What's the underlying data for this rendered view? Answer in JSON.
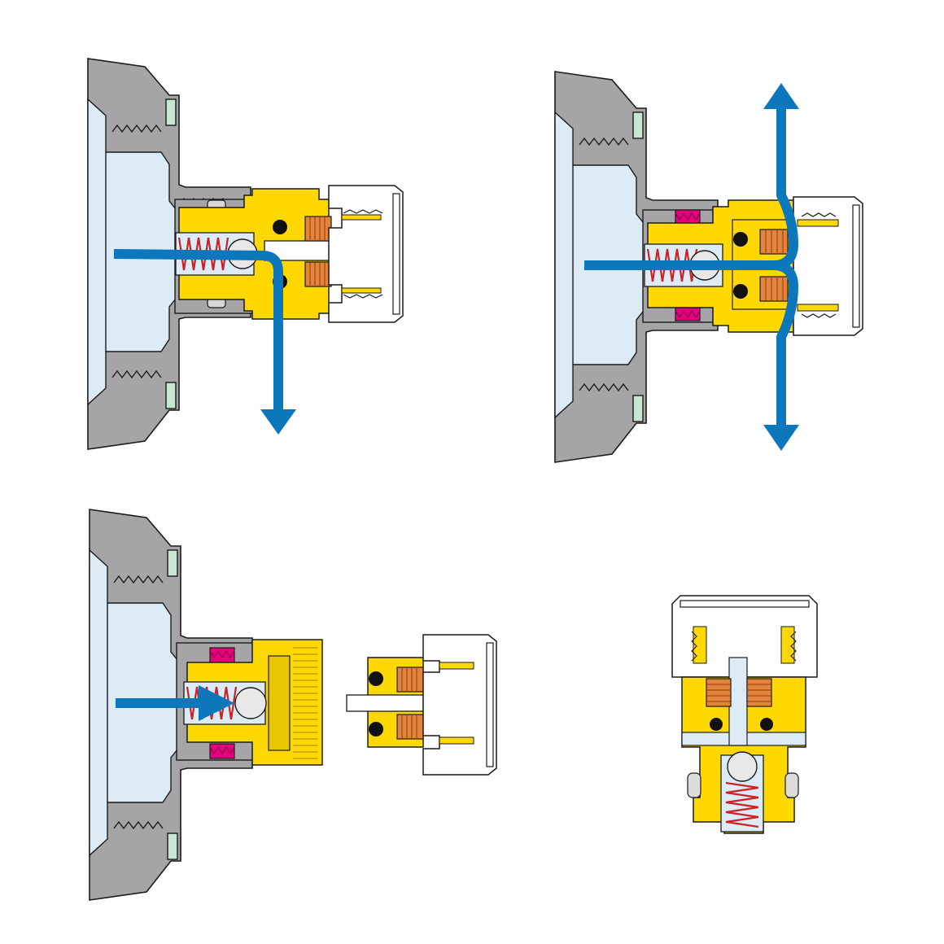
{
  "colors": {
    "background": "#ffffff",
    "body_gray": "#a5a5a7",
    "outline": "#1a1a1a",
    "water_light_blue": "#dcebf5",
    "brass_yellow": "#ffd800",
    "flow_blue": "#0d77bc",
    "seal_green": "#c8e6d2",
    "seal_magenta": "#e6007e",
    "spring_copper": "#e4843c",
    "coil_red": "#cc2222",
    "oring_black": "#111111",
    "cap_white": "#ffffff"
  },
  "panels": [
    {
      "id": "panel-1",
      "state": "connected-flow-down",
      "flow": "down"
    },
    {
      "id": "panel-2",
      "state": "connected-flow-up-and-down",
      "flow": "both"
    },
    {
      "id": "panel-3",
      "state": "disconnected-valve-closed",
      "flow": "into-valve"
    },
    {
      "id": "panel-4",
      "state": "vertical-section",
      "flow": "none"
    }
  ]
}
